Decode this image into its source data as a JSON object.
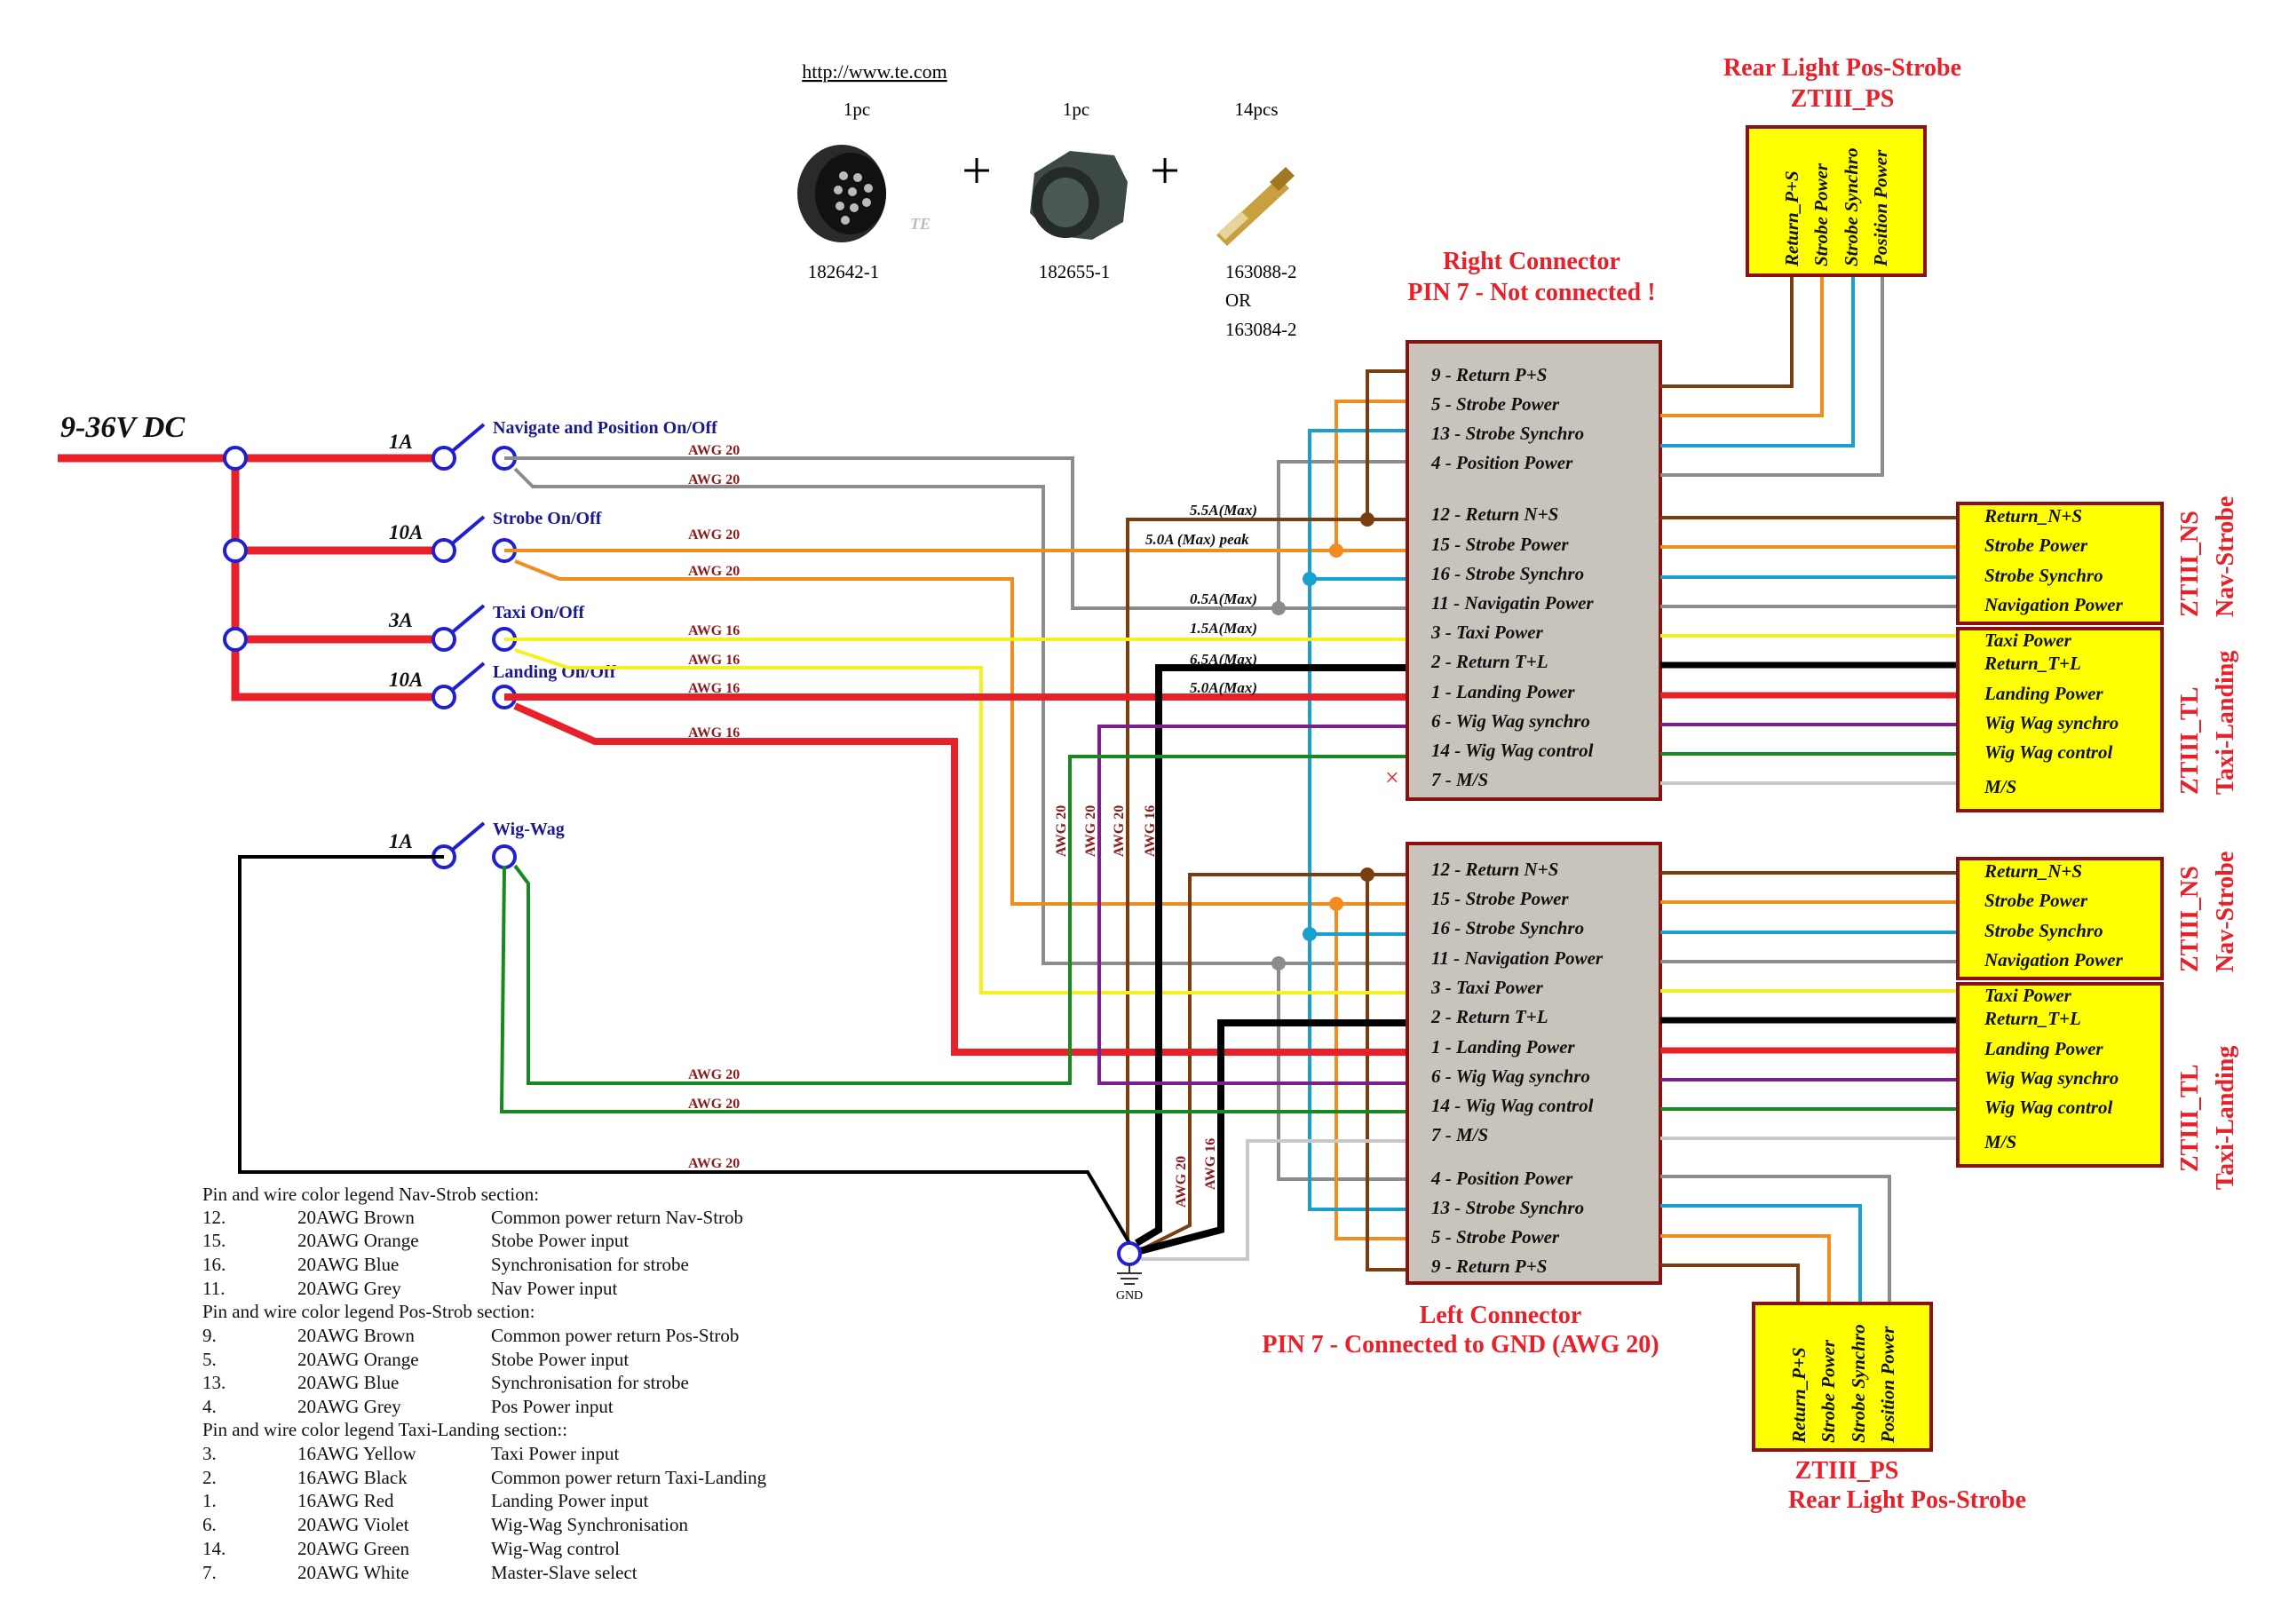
{
  "supply": {
    "label": "9-36V DC"
  },
  "parts": {
    "url": "http://www.te.com",
    "items": [
      {
        "qty": "1pc",
        "pn": "182642-1"
      },
      {
        "qty": "1pc",
        "pn": "182655-1"
      },
      {
        "qty": "14pcs",
        "pn": "163088-2",
        "pn2": "OR",
        "pn3": "163084-2"
      }
    ],
    "plus": "+",
    "logo": "TE"
  },
  "switches": [
    {
      "fuse": "1A",
      "label": "Navigate and Position On/Off"
    },
    {
      "fuse": "10A",
      "label": "Strobe On/Off"
    },
    {
      "fuse": "3A",
      "label": "Taxi On/Off"
    },
    {
      "fuse": "10A",
      "label": "Landing On/Off"
    },
    {
      "fuse": "1A",
      "label": "Wig-Wag"
    }
  ],
  "awg": {
    "a20": "AWG 20",
    "a16": "AWG 16",
    "v20": "AWG 20",
    "v16": "AWG 16"
  },
  "currents": [
    "5.5A(Max)",
    "5.0A (Max) peak",
    "0.5A(Max)",
    "1.5A(Max)",
    "6.5A(Max)",
    "5.0A(Max)"
  ],
  "right_connector": {
    "title": "Right Connector",
    "note": "PIN 7 - Not connected !",
    "pins": [
      "9 - Return P+S",
      "5 - Strobe Power",
      "13 - Strobe Synchro",
      "4 - Position Power",
      "12 - Return N+S",
      "15 - Strobe Power",
      "16 - Strobe Synchro",
      "11 - Navigatin Power",
      "3 - Taxi Power",
      "2 - Return T+L",
      "1 - Landing Power",
      "6 - Wig Wag synchro",
      "14 - Wig Wag control",
      "7 - M/S"
    ],
    "nc_mark": "×"
  },
  "left_connector": {
    "title": "Left Connector",
    "note": "PIN 7 - Connected to GND (AWG 20)",
    "pins": [
      "12 - Return N+S",
      "15 - Strobe Power",
      "16 - Strobe Synchro",
      "11 - Navigation Power",
      "3 - Taxi Power",
      "2 - Return T+L",
      "1 - Landing Power",
      "6 - Wig Wag synchro",
      "14 - Wig Wag control",
      "7 - M/S",
      "4 - Position Power",
      "13 - Strobe Synchro",
      "5 - Strobe Power",
      "9 - Return P+S"
    ]
  },
  "ps_top": {
    "title": "Rear Light Pos-Strobe",
    "model": "ZTIII_PS",
    "pins": [
      "Return_P+S",
      "Strobe Power",
      "Strobe Synchro",
      "Position Power"
    ]
  },
  "ps_bottom": {
    "title": "Rear Light Pos-Strobe",
    "model": "ZTIII_PS",
    "pins": [
      "Return_P+S",
      "Strobe Power",
      "Strobe Synchro",
      "Position Power"
    ]
  },
  "ns_box": {
    "model": "ZTIII_NS",
    "name": "Nav-Strobe",
    "pins": [
      "Return_N+S",
      "Strobe Power",
      "Strobe Synchro",
      "Navigation Power"
    ]
  },
  "tl_box": {
    "model": "ZTIII_TL",
    "name": "Taxi-Landing",
    "pins": [
      "Taxi Power",
      "Return_T+L",
      "Landing Power",
      "Wig Wag synchro",
      "Wig Wag control",
      "M/S"
    ]
  },
  "gnd": "GND",
  "legend": {
    "sections": [
      {
        "title": "Pin and wire color legend Nav-Strob section:",
        "rows": [
          [
            "12.",
            "20AWG Brown",
            "Common power return Nav-Strob"
          ],
          [
            "15.",
            "20AWG Orange",
            "Stobe Power input"
          ],
          [
            "16.",
            "20AWG Blue",
            "Synchronisation for strobe"
          ],
          [
            "11.",
            "20AWG Grey",
            "Nav Power input"
          ]
        ]
      },
      {
        "title": "Pin and wire color legend Pos-Strob section:",
        "rows": [
          [
            "9.",
            "20AWG Brown",
            "Common power return Pos-Strob"
          ],
          [
            "5.",
            "20AWG Orange",
            "Stobe Power input"
          ],
          [
            "13.",
            "20AWG Blue",
            "Synchronisation for strobe"
          ],
          [
            "4.",
            "20AWG Grey",
            "Pos Power input"
          ]
        ]
      },
      {
        "title": "Pin and wire color legend Taxi-Landing section::",
        "rows": [
          [
            "3.",
            "16AWG Yellow",
            "Taxi Power input"
          ],
          [
            "2.",
            "16AWG Black",
            "Common power return Taxi-Landing"
          ],
          [
            "1.",
            "16AWG Red",
            "Landing Power input"
          ],
          [
            "6.",
            "20AWG Violet",
            "Wig-Wag Synchronisation"
          ],
          [
            "14.",
            "20AWG Green",
            "Wig-Wag control"
          ],
          [
            "7.",
            "20AWG White",
            "Master-Slave select"
          ]
        ]
      }
    ]
  },
  "colors": {
    "red": "#e8202a",
    "brown": "#7a3d0f",
    "orange": "#f28c1e",
    "blue": "#1aa0d0",
    "grey": "#8c8c8c",
    "yellow": "#f5f020",
    "black": "#000000",
    "violet": "#7b1f8c",
    "green": "#178a1f",
    "white": "#c8c8c8",
    "box": "#c8c4bc",
    "yellowbox": "#ffff00",
    "boxborder": "#8b1010"
  }
}
